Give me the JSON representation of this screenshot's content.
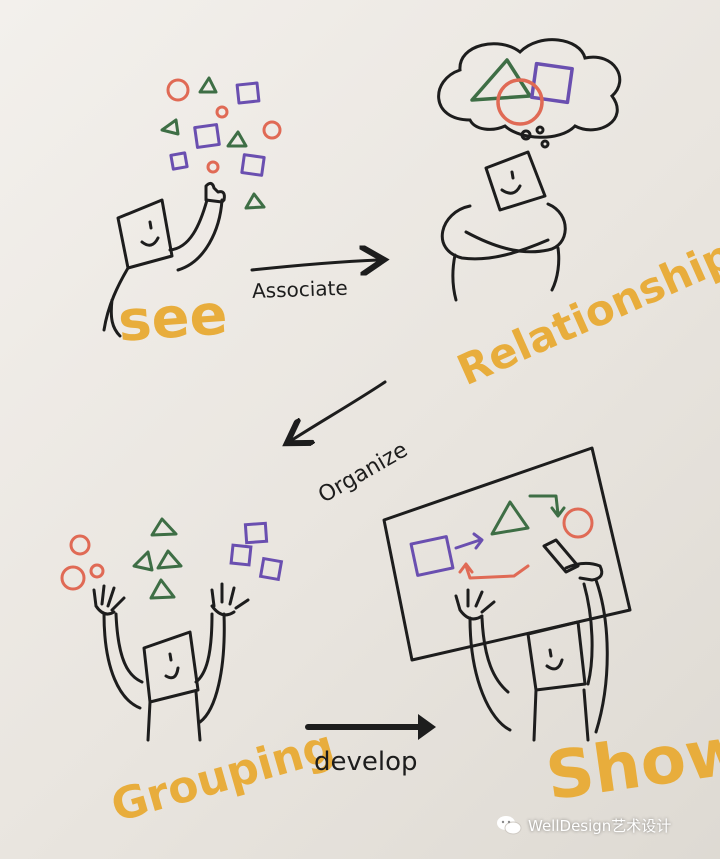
{
  "stages": {
    "see": "see",
    "relationship": "Relationship",
    "grouping": "Grouping",
    "show": "Show"
  },
  "transitions": {
    "associate": "Associate",
    "organize": "Organize",
    "develop": "develop"
  },
  "watermark": "WellDesign艺术设计",
  "colors": {
    "ink": "#1d1d1d",
    "stage_label": "#e8ad3c",
    "circle": "#e06a55",
    "triangle": "#3e6e45",
    "square": "#6a4fb0",
    "paper": "#efece7"
  },
  "icons": [
    "wechat-icon"
  ]
}
